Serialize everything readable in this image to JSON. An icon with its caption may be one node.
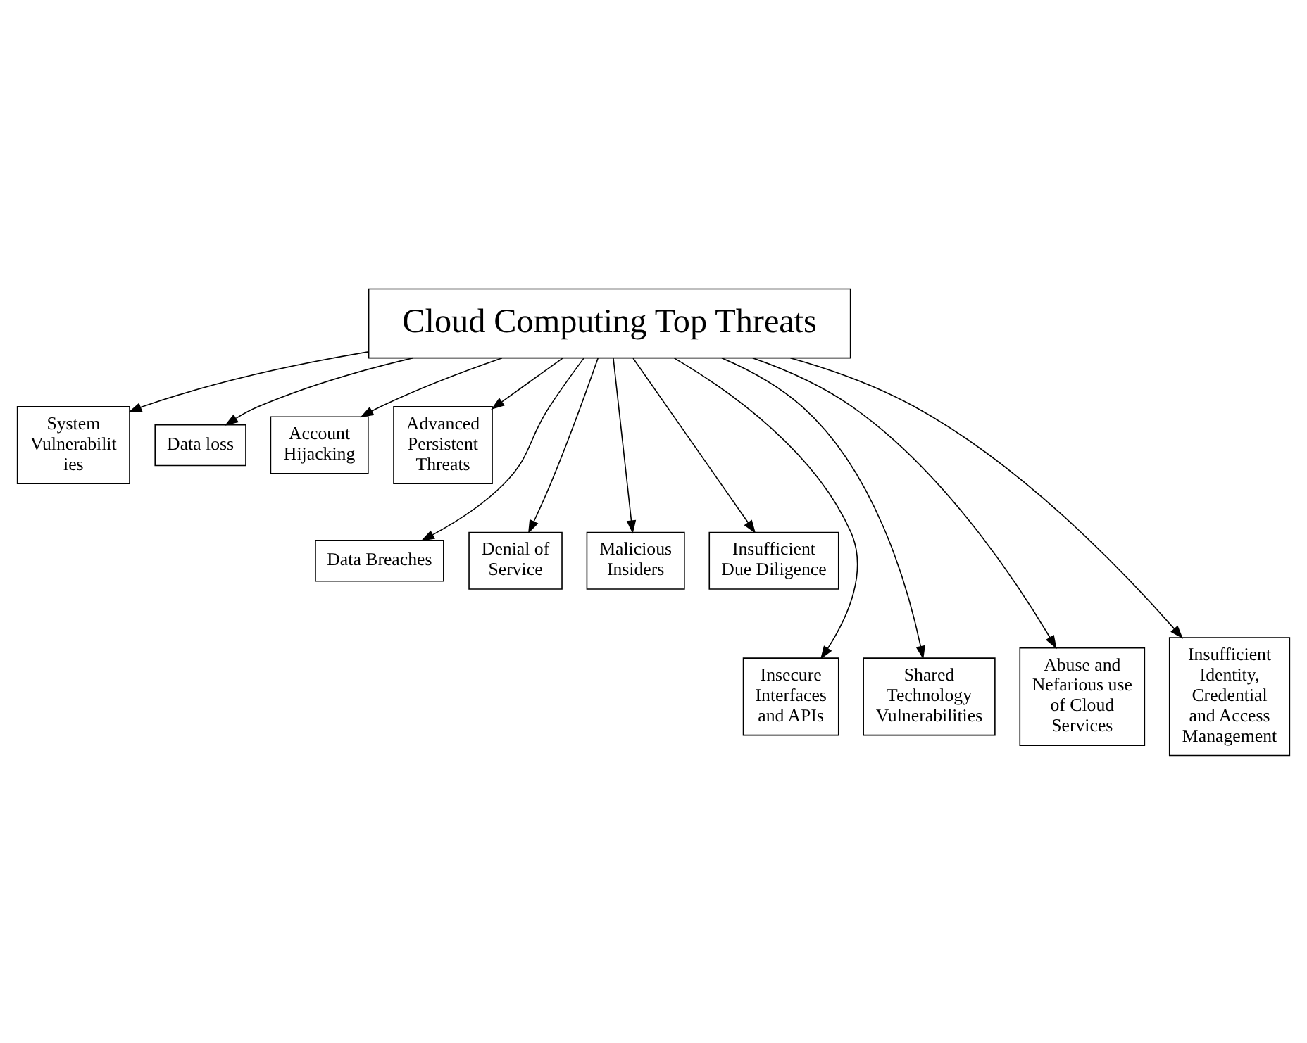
{
  "diagram": {
    "nodes": [
      {
        "text": [
          "Cloud Computing Top Threats"
        ]
      },
      {
        "text": [
          "System Vulnerabilit ies"
        ]
      },
      {
        "text": [
          "Data loss"
        ]
      },
      {
        "text": [
          "Account Hijacking"
        ]
      },
      {
        "text": [
          "Advanced Persistent Threats"
        ]
      },
      {
        "text": [
          "Data Breaches"
        ]
      },
      {
        "text": [
          "Denial of Service"
        ]
      },
      {
        "text": [
          "Malicious Insiders"
        ]
      },
      {
        "text": [
          "Insufficient Due Diligence"
        ]
      },
      {
        "text": [
          "Insecure Interfaces and APIs"
        ]
      },
      {
        "text": [
          "Shared Technology Vulnerabilities"
        ]
      },
      {
        "text": [
          "Abuse and Nefarious use of Cloud Services"
        ]
      },
      {
        "text": [
          "Insufficient Identity, Credential and Access Management"
        ]
      }
    ],
    "edges": [
      {
        "from": 0,
        "to": 1,
        "arrow": "to"
      },
      {
        "from": 0,
        "to": 2,
        "arrow": "to"
      },
      {
        "from": 0,
        "to": 3,
        "arrow": "to"
      },
      {
        "from": 0,
        "to": 4,
        "arrow": "to"
      },
      {
        "from": 0,
        "to": 5,
        "arrow": "to"
      },
      {
        "from": 0,
        "to": 6,
        "arrow": "to"
      },
      {
        "from": 0,
        "to": 7,
        "arrow": "to"
      },
      {
        "from": 0,
        "to": 8,
        "arrow": "to"
      },
      {
        "from": 0,
        "to": 9,
        "arrow": "to"
      },
      {
        "from": 0,
        "to": 10,
        "arrow": "to"
      },
      {
        "from": 0,
        "to": 11,
        "arrow": "to"
      },
      {
        "from": 0,
        "to": 12,
        "arrow": "to"
      }
    ]
  }
}
